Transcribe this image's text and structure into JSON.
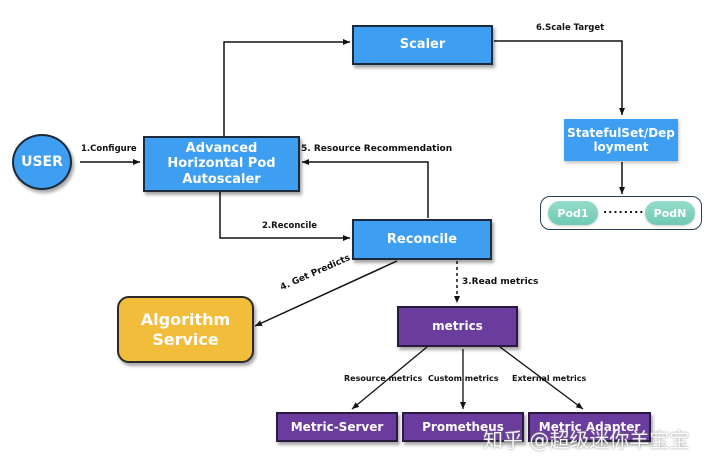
{
  "nodes": {
    "user": "USER",
    "ahpa": "Advanced Horizontal Pod Autoscaler",
    "scaler": "Scaler",
    "statefulset": "StatefulSet/Deployment",
    "statefulset_line1": "StatefulSet/Dep",
    "statefulset_line2": "loyment",
    "reconcile": "Reconcile",
    "algorithm_line1": "Algorithm",
    "algorithm_line2": "Service",
    "metrics": "metrics",
    "metric_server": "Metric-Server",
    "prometheus": "Prometheus",
    "metric_adapter": "Metric Adapter",
    "pod1": "Pod1",
    "podn": "PodN",
    "pod_ellipsis": "........"
  },
  "edges": {
    "configure": "1.Configure",
    "reconcile": "2.Reconcile",
    "read_metrics": "3.Read metrics",
    "get_predicts": "4. Get  Predicts",
    "resource_recommendation": "5. Resource Recommendation",
    "scale_target": "6.Scale Target",
    "resource_metrics": "Resource metrics",
    "custom_metrics": "Custom metrics",
    "external_metrics": "External metrics"
  },
  "watermark": "知乎 @超级迷你羊宝宝",
  "colors": {
    "blue": "#3d9ef2",
    "purple": "#6a3c9e",
    "yellow": "#f3bd3c",
    "pod_teal": "#7ccfba",
    "border": "#1d2a3a"
  }
}
